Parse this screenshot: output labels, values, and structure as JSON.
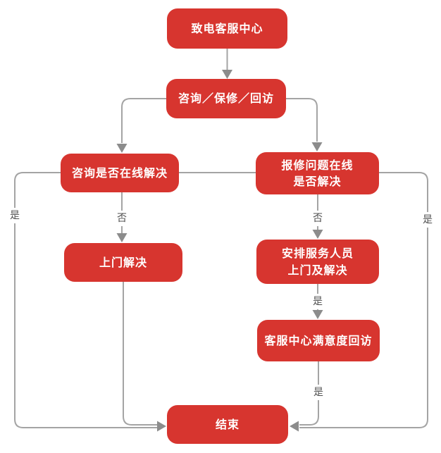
{
  "diagram": {
    "name": "customer-service-call-flowchart",
    "colors": {
      "node_fill": "#d7352f",
      "node_text": "#ffffff",
      "line": "#a4a4a4",
      "arrow": "#8c8c8c",
      "edge_label_text": "#4f4f4f",
      "background": "#ffffff"
    },
    "nodes": [
      {
        "id": "call-center",
        "lines": [
          "致电客服中心"
        ]
      },
      {
        "id": "triage",
        "lines": [
          "咨询／保修／回访"
        ]
      },
      {
        "id": "consult-online",
        "lines": [
          "咨询是否在线解决"
        ]
      },
      {
        "id": "repair-online",
        "lines": [
          "报修问题在线",
          "是否解决"
        ]
      },
      {
        "id": "onsite-resolve",
        "lines": [
          "上门解决"
        ]
      },
      {
        "id": "arrange-staff",
        "lines": [
          "安排服务人员",
          "上门及解决"
        ]
      },
      {
        "id": "satisfaction-visit",
        "lines": [
          "客服中心满意度回访"
        ]
      },
      {
        "id": "end",
        "lines": [
          "结束"
        ]
      }
    ],
    "edge_labels": [
      {
        "id": "yes-far-left",
        "text": "是"
      },
      {
        "id": "no-left-column",
        "text": "否"
      },
      {
        "id": "no-right-column",
        "text": "否"
      },
      {
        "id": "yes-far-right",
        "text": "是"
      },
      {
        "id": "yes-mid-right",
        "text": "是"
      },
      {
        "id": "yes-bottom-right",
        "text": "是"
      }
    ]
  }
}
